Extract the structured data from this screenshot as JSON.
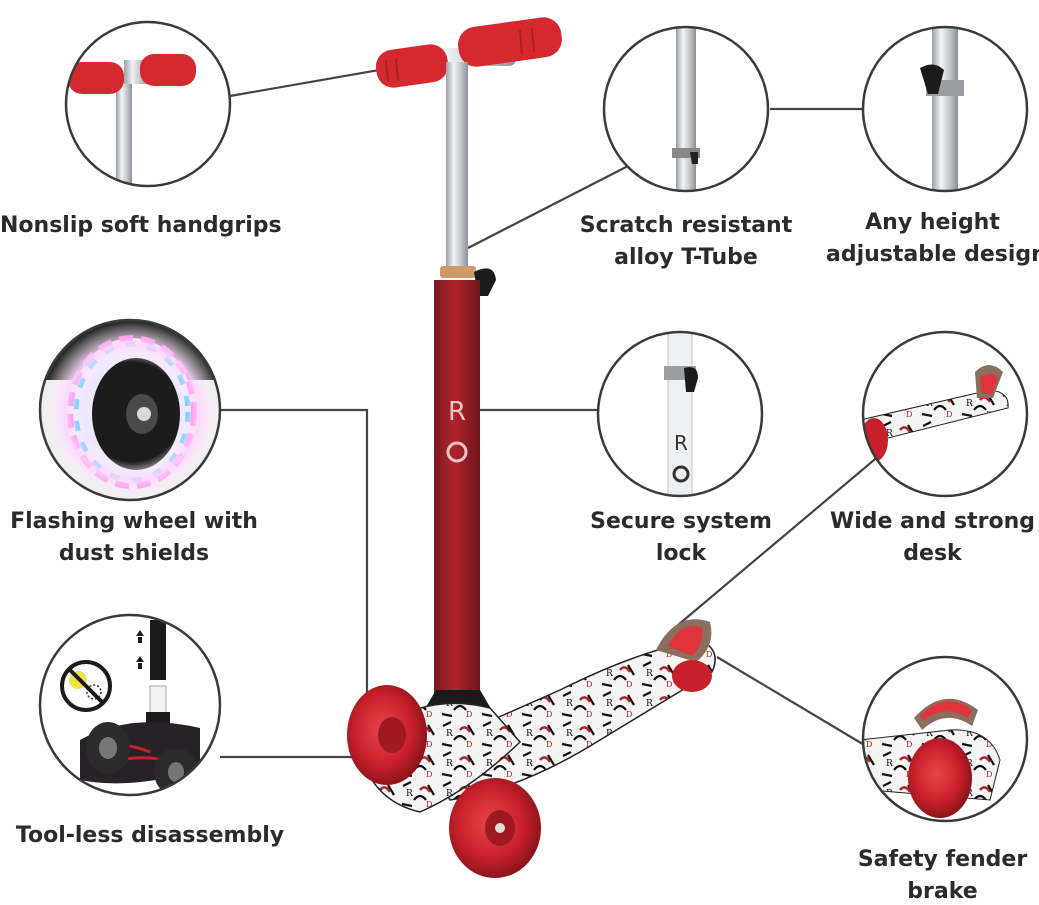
{
  "colors": {
    "accent_red": "#b1232c",
    "wheel_red": "#c8202a",
    "grip_red": "#d42a2f",
    "tube_silver": "#c9cdd1",
    "circle_stroke": "#3a3a3a",
    "leader_line": "#444444",
    "text": "#2b2b2b"
  },
  "features": [
    {
      "id": "handgrips",
      "lines": [
        "Nonslip soft handgrips"
      ],
      "icon": "handgrip-closeup"
    },
    {
      "id": "t-tube",
      "lines": [
        "Scratch resistant",
        "alloy T-Tube"
      ],
      "icon": "tube-closeup"
    },
    {
      "id": "height",
      "lines": [
        "Any height",
        "adjustable design"
      ],
      "icon": "height-clamp-closeup"
    },
    {
      "id": "wheel",
      "lines": [
        "Flashing wheel with",
        "dust shields"
      ],
      "icon": "light-up-wheel-closeup"
    },
    {
      "id": "lock",
      "lines": [
        "Secure system",
        "lock"
      ],
      "icon": "lock-closeup"
    },
    {
      "id": "deck",
      "lines": [
        "Wide and strong",
        "desk"
      ],
      "icon": "deck-closeup"
    },
    {
      "id": "disassembly",
      "lines": [
        "Tool-less disassembly"
      ],
      "icon": "disassembly-closeup"
    },
    {
      "id": "brake",
      "lines": [
        "Safety fender",
        "brake"
      ],
      "icon": "fender-brake-closeup"
    }
  ],
  "product": {
    "name": "kick scooter",
    "stem_logo": "R"
  }
}
